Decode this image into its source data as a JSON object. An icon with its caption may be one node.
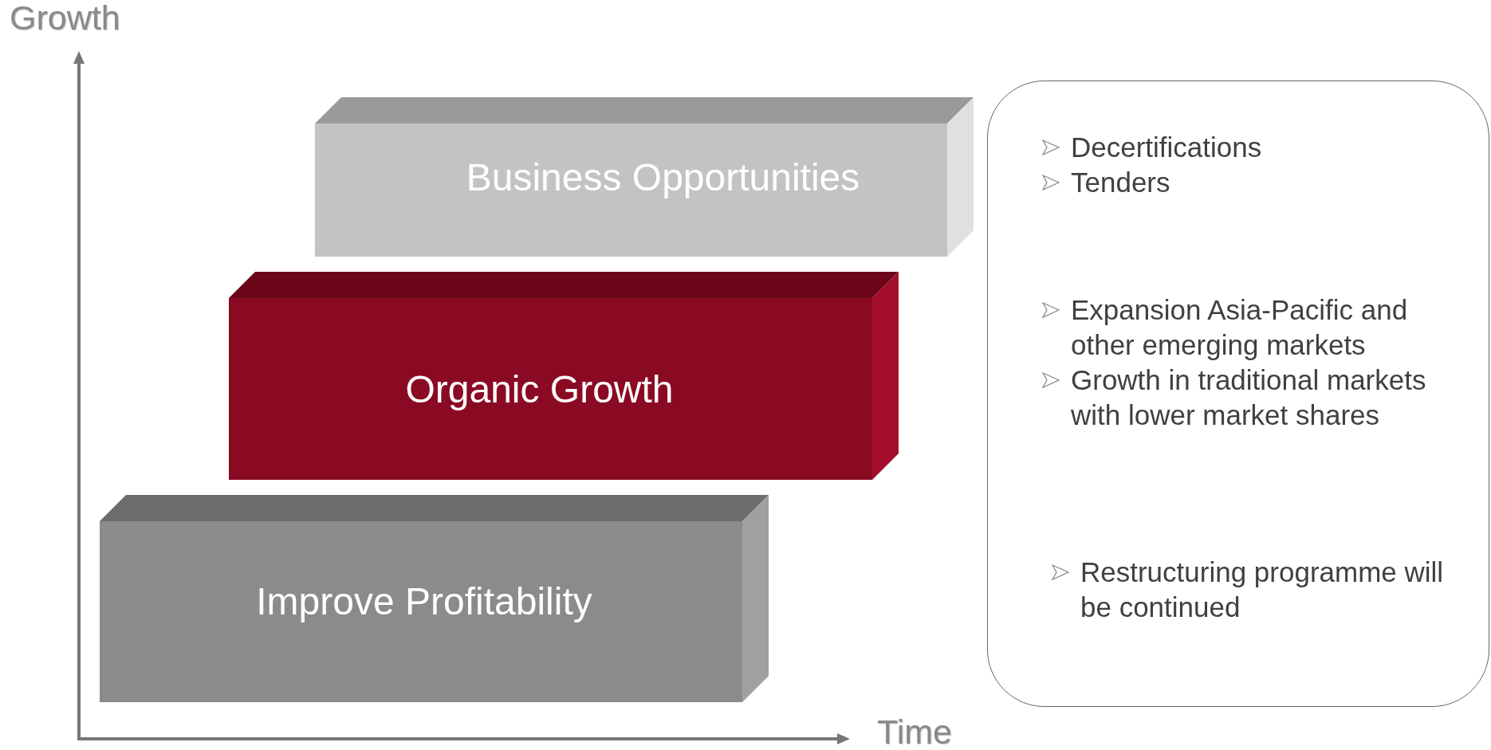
{
  "diagram": {
    "nodes": [
      {
        "text": [
          "Business Opportunities"
        ]
      },
      {
        "text": [
          "Organic Growth"
        ]
      },
      {
        "text": [
          "Improve Profitability"
        ]
      },
      {
        "text": [
          "Decertifications",
          "Tenders",
          "Expansion Asia-Pacific and other emerging markets",
          "Growth in traditional markets with lower market shares",
          "Restructuring programme will be continued"
        ]
      }
    ],
    "labels": [
      "Growth",
      "Time"
    ]
  }
}
